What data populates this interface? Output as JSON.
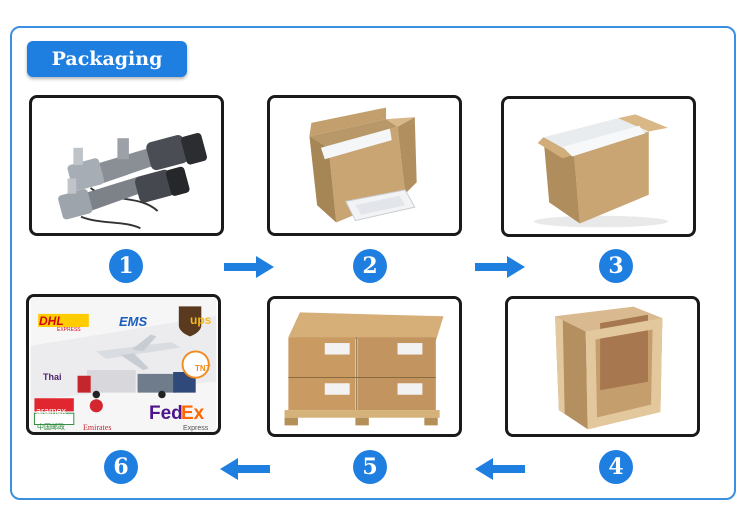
{
  "header": {
    "title": "Packaging"
  },
  "steps": [
    {
      "number": "1",
      "image": "Gear motor products"
    },
    {
      "number": "2",
      "image": "Open carton with foam box"
    },
    {
      "number": "3",
      "image": "Packed carton with foam"
    },
    {
      "number": "4",
      "image": "Wooden crate"
    },
    {
      "number": "5",
      "image": "Palletized cartons"
    },
    {
      "number": "6",
      "image": "Shipping carriers"
    }
  ],
  "carriers": {
    "dhl": "DHL",
    "dhl_sub": "EXPRESS",
    "ems": "EMS",
    "ups": "ups",
    "thai": "Thai",
    "tnt": "TNT",
    "aramex": "aramex",
    "china_post": "中国邮政",
    "emirates": "Emirates",
    "fedex_fed": "Fed",
    "fedex_ex": "Ex",
    "fedex_sub": "Express"
  },
  "colors": {
    "accent": "#1e7fe0",
    "frame": "#3a8fe0",
    "photo_border": "#1a1a1a"
  }
}
